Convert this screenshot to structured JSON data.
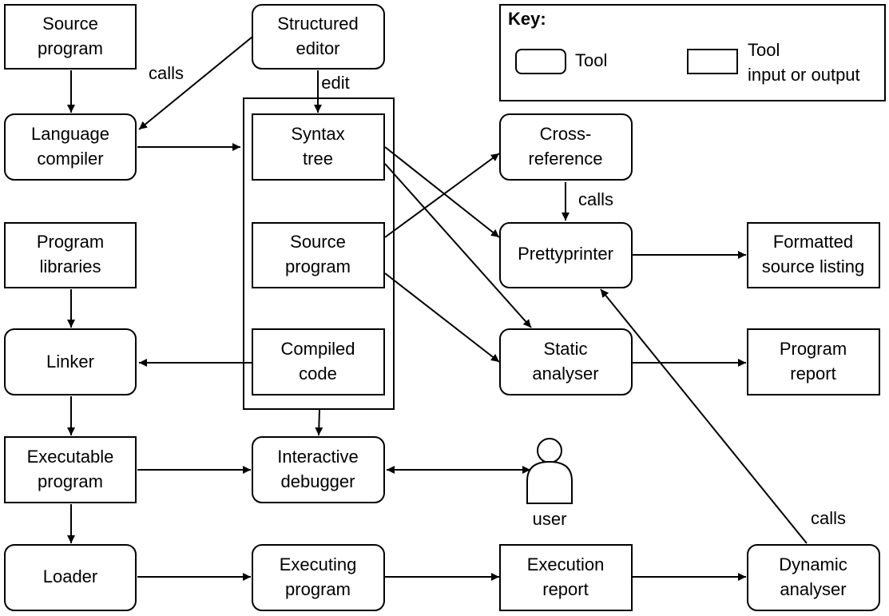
{
  "colors": {
    "stroke": "#000000",
    "fill": "#ffffff"
  },
  "nodes": {
    "source_program_top": {
      "kind": "data",
      "lines": [
        "Source",
        "program"
      ]
    },
    "structured_editor": {
      "kind": "tool",
      "lines": [
        "Structured",
        "editor"
      ]
    },
    "language_compiler": {
      "kind": "tool",
      "lines": [
        "Language",
        "compiler"
      ]
    },
    "syntax_tree": {
      "kind": "data",
      "lines": [
        "Syntax",
        "tree"
      ]
    },
    "source_program_mid": {
      "kind": "data",
      "lines": [
        "Source",
        "program"
      ]
    },
    "compiled_code": {
      "kind": "data",
      "lines": [
        "Compiled",
        "code"
      ]
    },
    "cross_reference": {
      "kind": "tool",
      "lines": [
        "Cross-",
        "reference"
      ]
    },
    "prettyprinter": {
      "kind": "tool",
      "lines": [
        "Prettyprinter"
      ]
    },
    "formatted_listing": {
      "kind": "data",
      "lines": [
        "Formatted",
        "source listing"
      ]
    },
    "program_libraries": {
      "kind": "data",
      "lines": [
        "Program",
        "libraries"
      ]
    },
    "linker": {
      "kind": "tool",
      "lines": [
        "Linker"
      ]
    },
    "static_analyser": {
      "kind": "tool",
      "lines": [
        "Static",
        "analyser"
      ]
    },
    "program_report": {
      "kind": "data",
      "lines": [
        "Program",
        "report"
      ]
    },
    "executable_program": {
      "kind": "data",
      "lines": [
        "Executable",
        "program"
      ]
    },
    "interactive_debugger": {
      "kind": "tool",
      "lines": [
        "Interactive",
        "debugger"
      ]
    },
    "user": {
      "kind": "actor",
      "lines": [
        "user"
      ]
    },
    "loader": {
      "kind": "tool",
      "lines": [
        "Loader"
      ]
    },
    "executing_program": {
      "kind": "tool",
      "lines": [
        "Executing",
        "program"
      ]
    },
    "execution_report": {
      "kind": "data",
      "lines": [
        "Execution",
        "report"
      ]
    },
    "dynamic_analyser": {
      "kind": "tool",
      "lines": [
        "Dynamic",
        "analyser"
      ]
    }
  },
  "edge_labels": {
    "calls_editor": "calls",
    "edit": "edit",
    "calls_crossref": "calls",
    "calls_dynamic": "calls"
  },
  "key": {
    "title": "Key:",
    "tool_label": "Tool",
    "io_label_lines": [
      "Tool",
      "input or output"
    ]
  }
}
